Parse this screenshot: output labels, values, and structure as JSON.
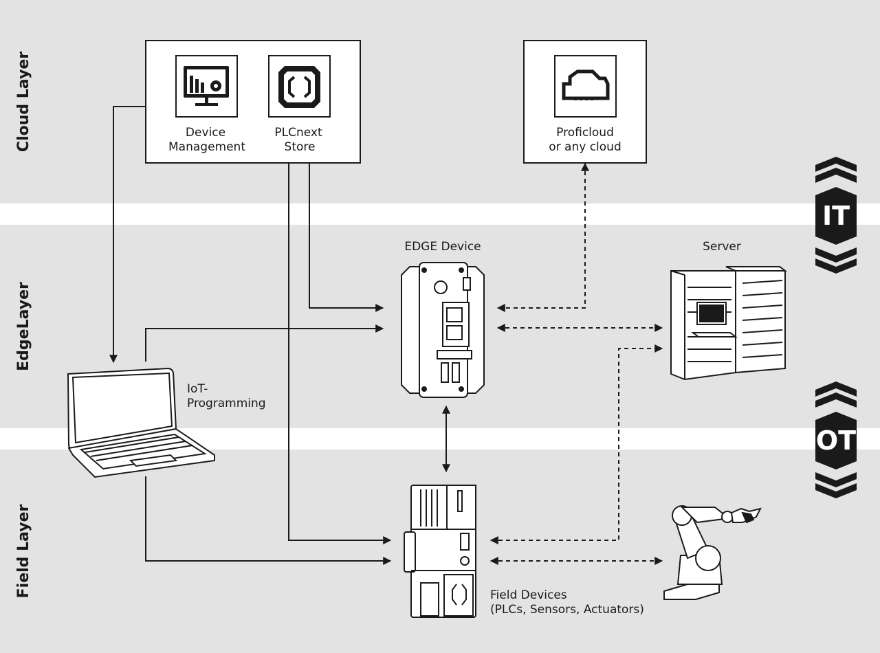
{
  "layers": {
    "cloud": "Cloud Layer",
    "edge": "EdgeLayer",
    "field": "Field Layer"
  },
  "badges": {
    "it": "IT",
    "ot": "OT"
  },
  "nodes": {
    "device_management": [
      "Device",
      "Management"
    ],
    "plcnext_store": [
      "PLCnext",
      "Store"
    ],
    "proficloud": [
      "Proficloud",
      "or any cloud"
    ],
    "edge_device": "EDGE Device",
    "server": "Server",
    "laptop": [
      "IoT-",
      "Programming"
    ],
    "field_devices": [
      "Field Devices",
      "(PLCs, Sensors, Actuators)"
    ]
  },
  "colors": {
    "band": "#e3e3e3",
    "separator": "#ffffff",
    "ink": "#1a1a1a"
  }
}
